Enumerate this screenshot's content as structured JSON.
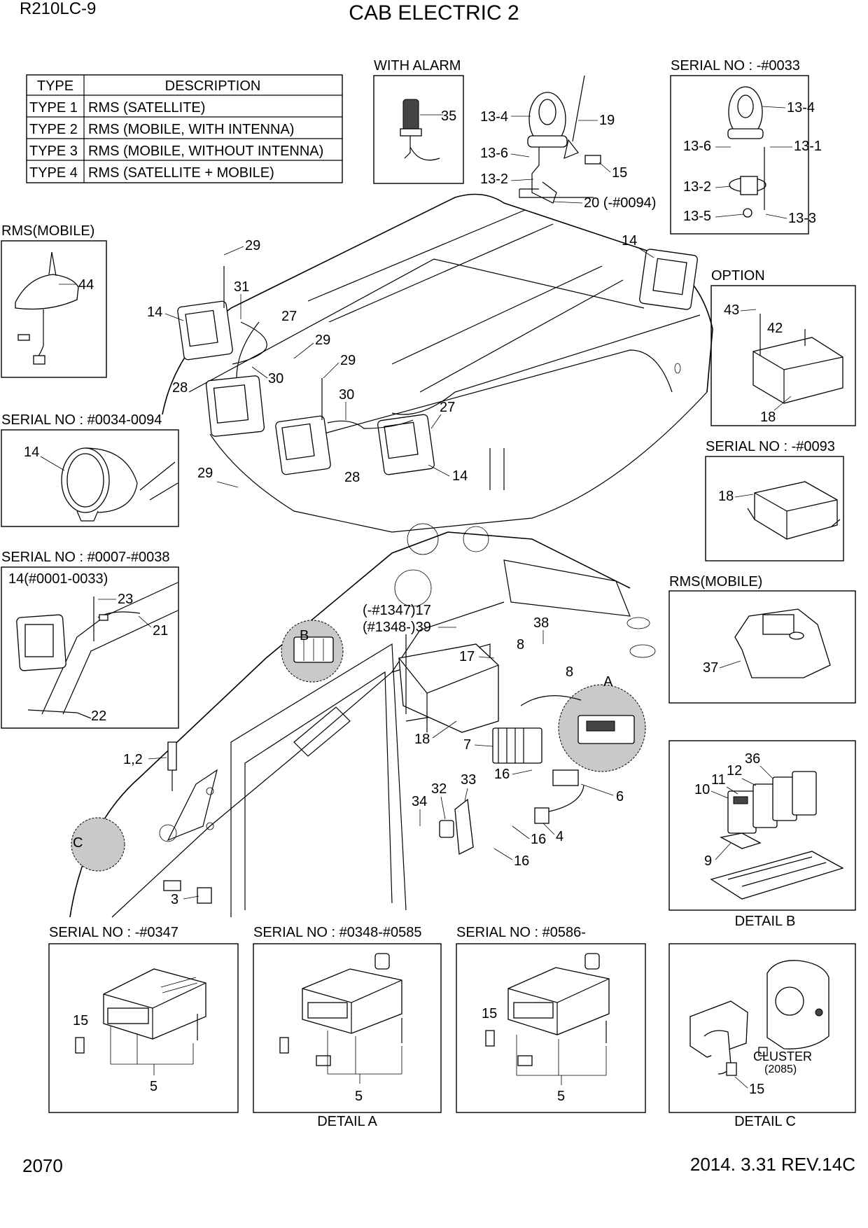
{
  "header": {
    "model": "R210LC-9",
    "title": "CAB ELECTRIC 2"
  },
  "type_table": {
    "headers": [
      "TYPE",
      "DESCRIPTION"
    ],
    "rows": [
      [
        "TYPE 1",
        "RMS (SATELLITE)"
      ],
      [
        "TYPE 2",
        "RMS (MOBILE, WITH INTENNA)"
      ],
      [
        "TYPE 3",
        "RMS (MOBILE, WITHOUT INTENNA)"
      ],
      [
        "TYPE 4",
        "RMS (SATELLITE + MOBILE)"
      ]
    ]
  },
  "panels": {
    "with_alarm": "WITH ALARM",
    "serial_0033": "SERIAL NO : -#0033",
    "rms_mobile_1": "RMS(MOBILE)",
    "option": "OPTION",
    "serial_0034_0094": "SERIAL NO : #0034-0094",
    "serial_0093": "SERIAL NO : -#0093",
    "serial_0007_0038": "SERIAL NO : #0007-#0038",
    "rms_mobile_2": "RMS(MOBILE)",
    "detail_b": "DETAIL B",
    "serial_0347": "SERIAL NO : -#0347",
    "serial_0348_0585": "SERIAL NO : #0348-#0585",
    "serial_0586": "SERIAL NO : #0586-",
    "detail_a": "DETAIL A",
    "detail_c": "DETAIL C"
  },
  "callouts": {
    "c35": "35",
    "c13_4": "13-4",
    "c19": "19",
    "c13_6": "13-6",
    "c15": "15",
    "c13_2": "13-2",
    "c20": "20 (-#0094)",
    "c13_1": "13-1",
    "c13_5": "13-5",
    "c13_3": "13-3",
    "c44": "44",
    "c29": "29",
    "c31": "31",
    "c14": "14",
    "c27": "27",
    "c30": "30",
    "c28": "28",
    "c43": "43",
    "c42": "42",
    "c18": "18",
    "c14_0001": "14(#0001-0033)",
    "c23": "23",
    "c21": "21",
    "c22": "22",
    "c1_2": "1,2",
    "c3": "3",
    "c_1347": "(-#1347)17",
    "c_1348": "(#1348-)39",
    "c38": "38",
    "c8": "8",
    "c17": "17",
    "cA": "A",
    "cB": "B",
    "cC": "C",
    "c7": "7",
    "c16": "16",
    "c6": "6",
    "c34": "34",
    "c32": "32",
    "c33": "33",
    "c4": "4",
    "c37": "37",
    "c36": "36",
    "c12": "12",
    "c11": "11",
    "c10": "10",
    "c9": "9",
    "c5": "5",
    "cluster": "CLUSTER",
    "cluster_ref": "(2085)"
  },
  "footer": {
    "page": "2070",
    "revision": "2014. 3.31  REV.14C"
  }
}
